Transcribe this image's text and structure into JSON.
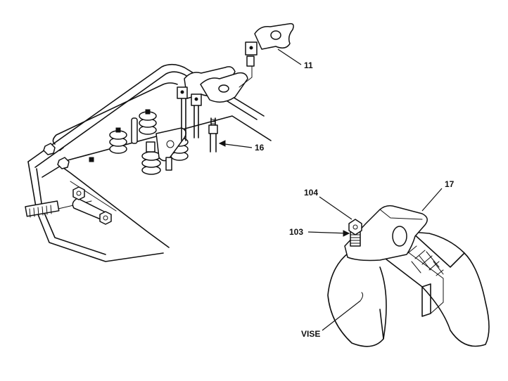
{
  "callouts": {
    "c11": "11",
    "c16": "16",
    "c17": "17",
    "c103": "103",
    "c104": "104",
    "vise": "VISE"
  },
  "colors": {
    "ink": "#111111",
    "paper": "#ffffff"
  }
}
